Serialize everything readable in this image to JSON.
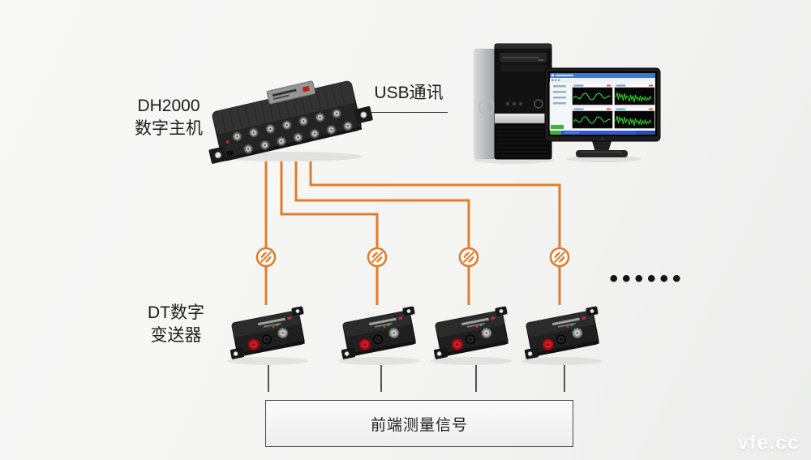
{
  "labels": {
    "host_line1": "DH2000",
    "host_line2": "数字主机",
    "usb": "USB通讯",
    "dt_line1": "DT数字",
    "dt_line2": "变送器",
    "signal_box": "前端测量信号",
    "ellipsis": "••••••"
  },
  "watermark": "vfe.cc",
  "icons": {
    "fiber_connector": "orange circle with diagonal hatched link glyph"
  },
  "colors": {
    "line_orange": "#dd7e2f",
    "signal_line": "#2b2b2b",
    "waveform_green": "#2fe62f",
    "text_dark": "#1c1c1c",
    "box_border": "#4a4a4a"
  }
}
